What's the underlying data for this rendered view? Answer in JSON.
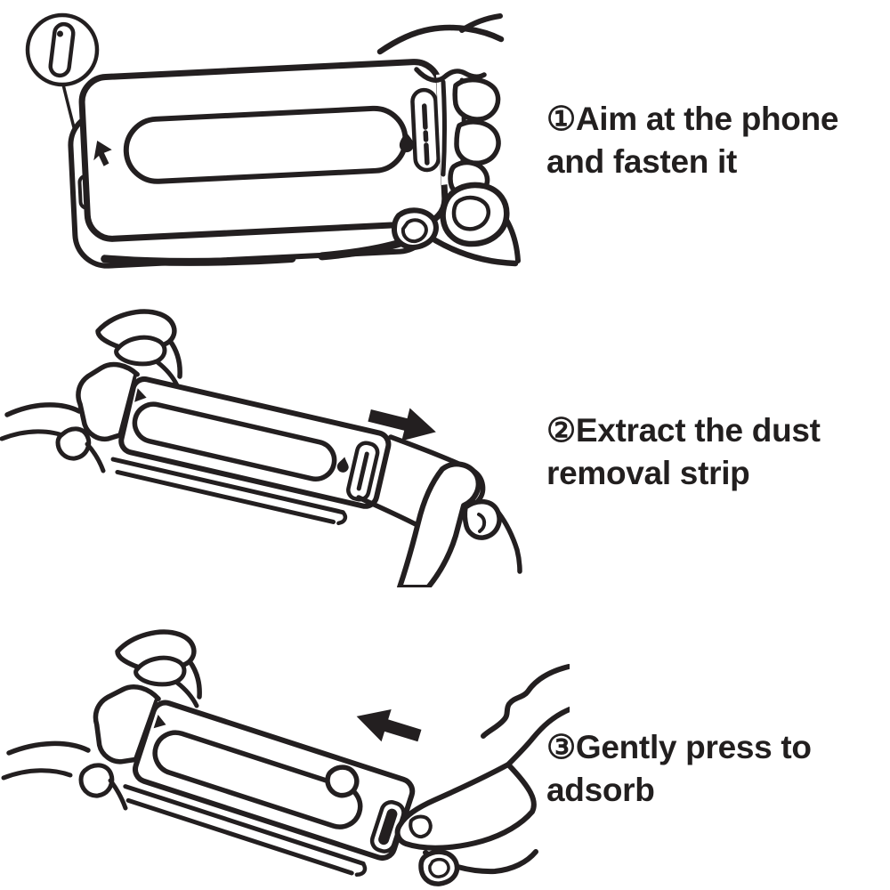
{
  "page": {
    "background": "#ffffff",
    "ink_color": "#231f20"
  },
  "steps": [
    {
      "marker": "①",
      "line1": "①Aim at the phone",
      "line2": "and fasten it",
      "figure": "hand-fastening-applicator-frame-on-phone",
      "callout": "magnifier-detail-of-alignment-tab",
      "arrow": ""
    },
    {
      "marker": "②",
      "line1": "②Extract the dust",
      "line2": "removal strip",
      "figure": "hand-pulling-dust-removal-strip",
      "callout": "",
      "arrow": "right"
    },
    {
      "marker": "③",
      "line1": "③Gently press to",
      "line2": "adsorb",
      "figure": "hand-pressing-frame-to-adsorb",
      "callout": "",
      "arrow": "left"
    }
  ]
}
